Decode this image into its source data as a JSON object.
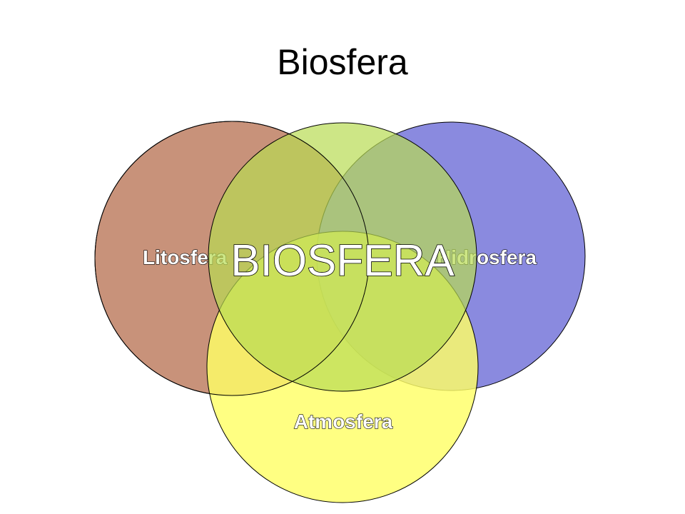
{
  "slide": {
    "title": "Biosfera"
  },
  "diagram": {
    "center_label": "BIOSFERA",
    "circles": [
      {
        "id": "litosfera",
        "label": "Litosfera",
        "color": "#c8927a"
      },
      {
        "id": "hidrosfera",
        "label": "Hidrosfera",
        "color": "#8a8adf"
      },
      {
        "id": "atmosfera",
        "label": "Atmosfera",
        "color": "#ffff66"
      },
      {
        "id": "biosfera",
        "label": "BIOSFERA",
        "color": "#b8dc52"
      }
    ]
  }
}
